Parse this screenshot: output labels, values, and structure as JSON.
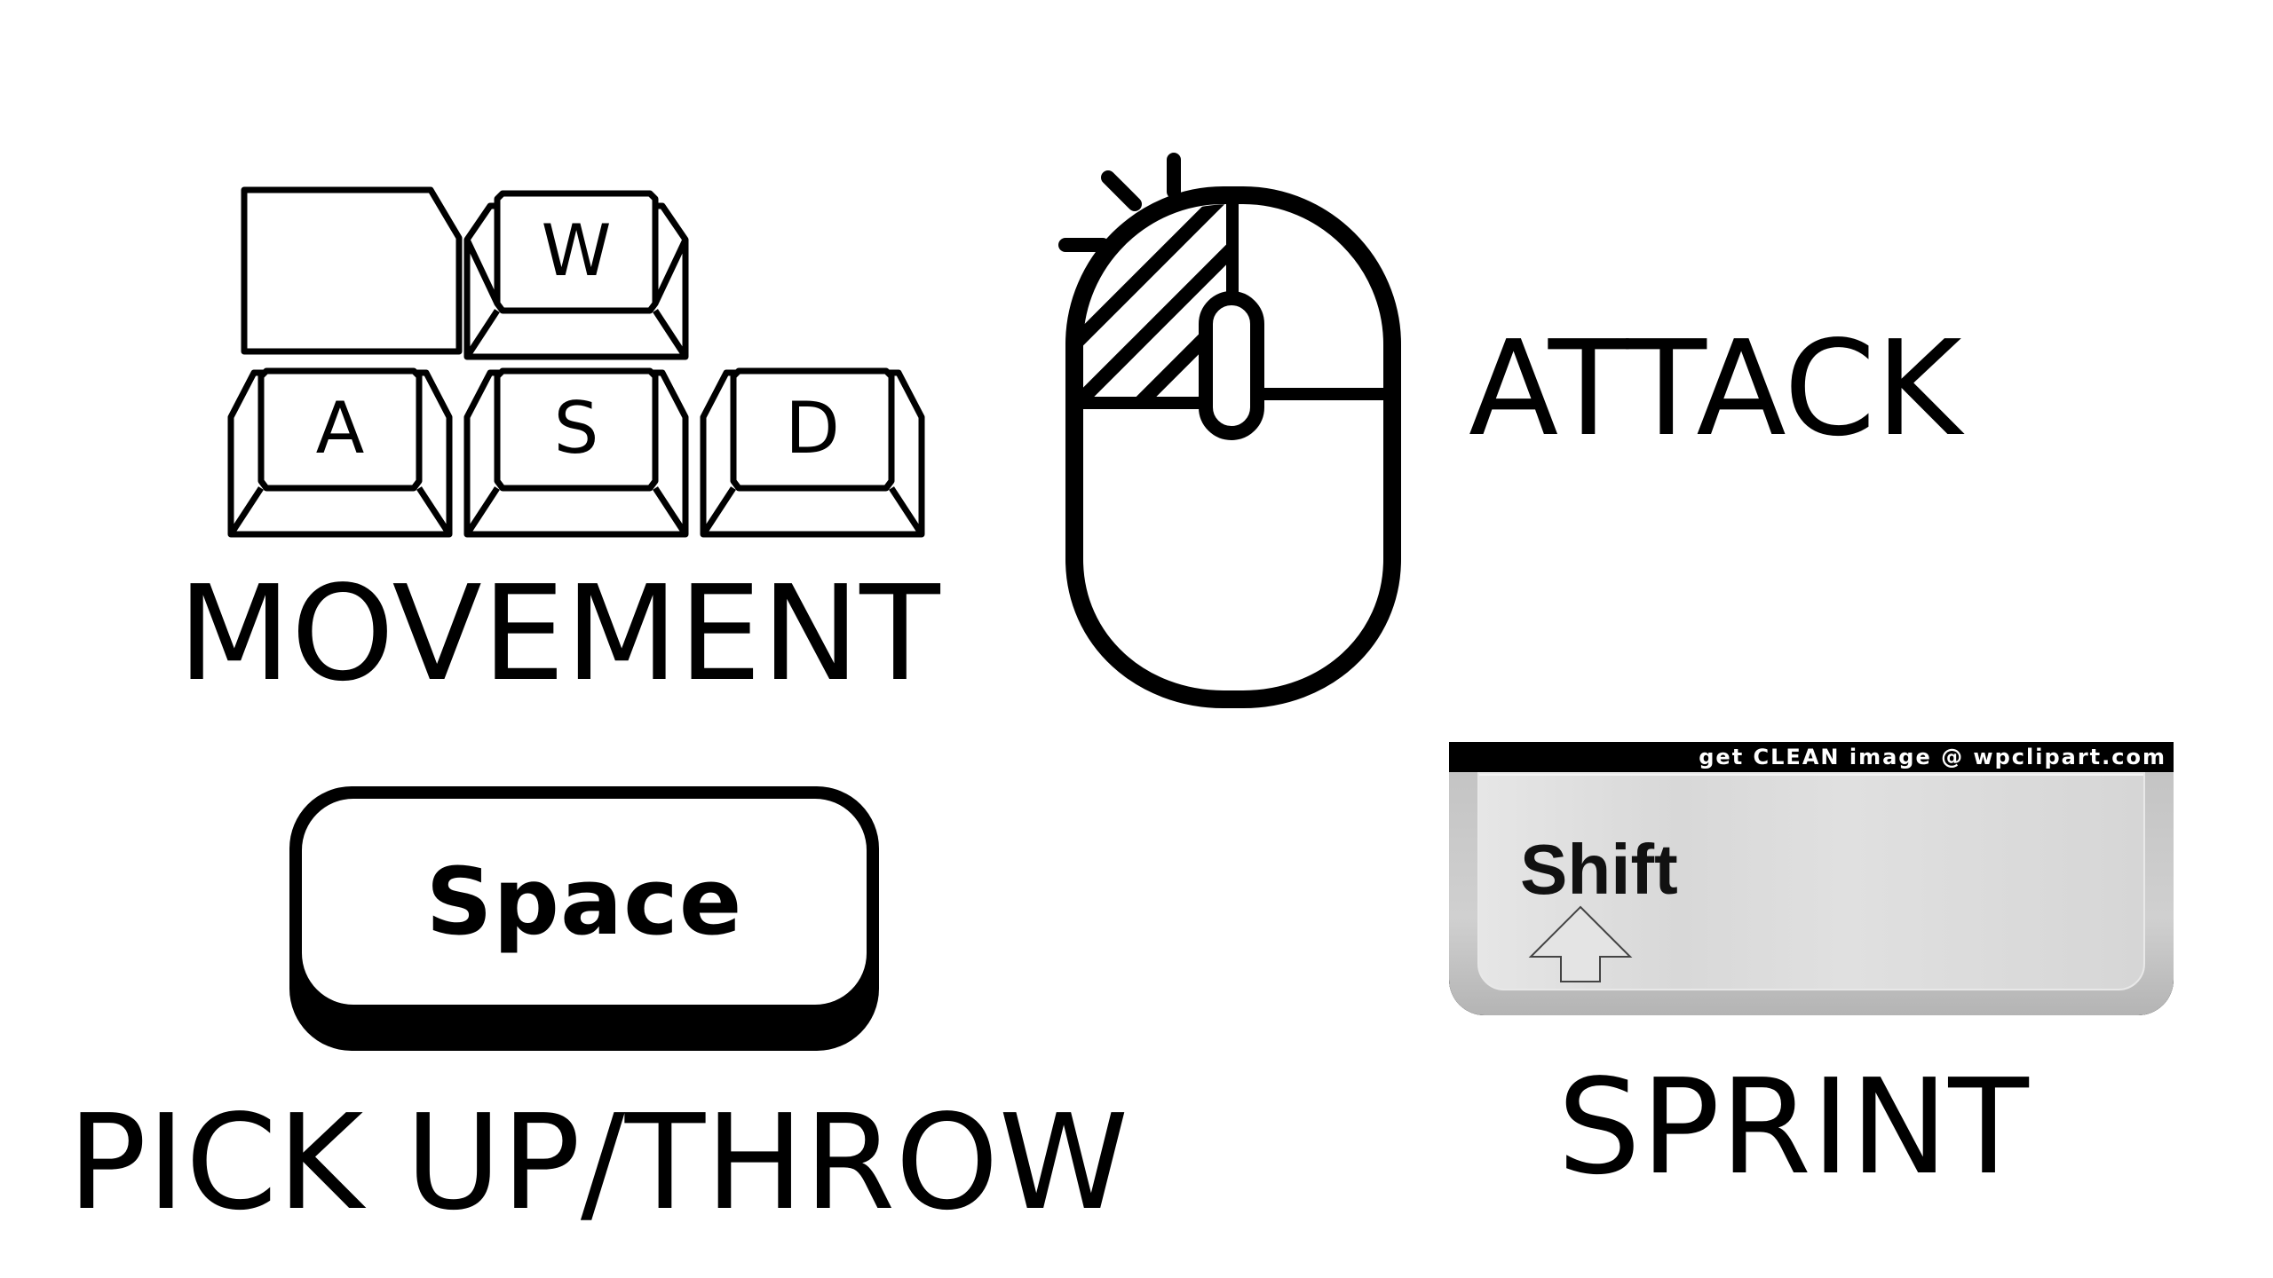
{
  "controls": {
    "movement": {
      "keys": [
        "W",
        "A",
        "S",
        "D"
      ],
      "label": "MOVEMENT"
    },
    "attack": {
      "icon": "mouse-left-click-icon",
      "label": "ATTACK"
    },
    "pickup": {
      "key": "Space",
      "label": "PICK UP/THROW"
    },
    "sprint": {
      "key": "Shift",
      "watermark": "get CLEAN image @ wpclipart.com",
      "label": "SPRINT"
    }
  },
  "colors": {
    "ink": "#000000",
    "background": "#ffffff",
    "shift_key_gray": "#d6d6d6"
  }
}
